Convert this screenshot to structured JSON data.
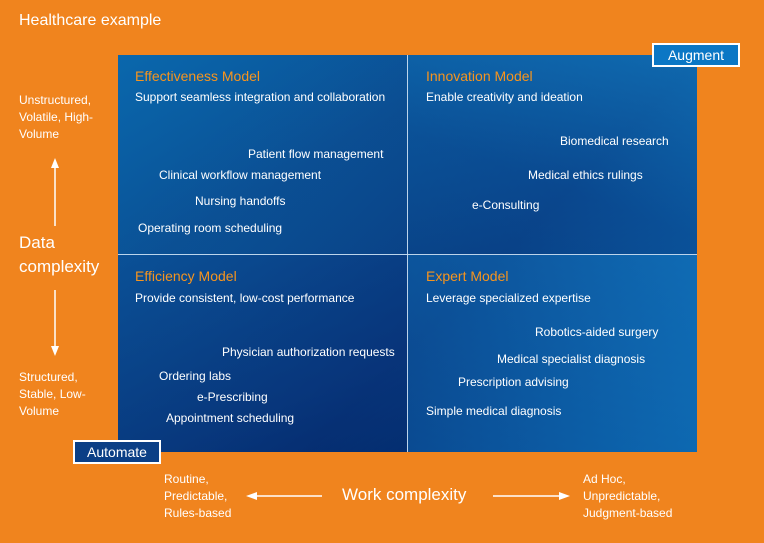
{
  "title": "Healthcare example",
  "badges": {
    "augment": "Augment",
    "automate": "Automate"
  },
  "y_axis": {
    "label": "Data complexity",
    "top": "Unstructured, Volatile, High-Volume",
    "bottom": "Structured, Stable, Low-Volume"
  },
  "x_axis": {
    "label": "Work complexity",
    "left": "Routine, Predictable, Rules-based",
    "right": "Ad Hoc, Unpredictable, Judgment-based"
  },
  "quadrants": {
    "effectiveness": {
      "title": "Effectiveness Model",
      "subtitle": "Support seamless integration and collaboration",
      "items": [
        "Patient flow management",
        "Clinical workflow management",
        "Nursing handoffs",
        "Operating room scheduling"
      ]
    },
    "innovation": {
      "title": "Innovation Model",
      "subtitle": "Enable creativity and ideation",
      "items": [
        "Biomedical research",
        "Medical ethics rulings",
        "e-Consulting"
      ]
    },
    "efficiency": {
      "title": "Efficiency Model",
      "subtitle": "Provide consistent, low-cost performance",
      "items": [
        "Physician authorization requests",
        "Ordering labs",
        "e-Prescribing",
        "Appointment scheduling"
      ]
    },
    "expert": {
      "title": "Expert Model",
      "subtitle": "Leverage specialized expertise",
      "items": [
        "Robotics-aided surgery",
        "Medical specialist diagnosis",
        "Prescription advising",
        "Simple medical diagnosis"
      ]
    }
  },
  "colors": {
    "background": "#f0841e",
    "quadrant_title": "#f7941d",
    "grid_blue": "#0a4f93",
    "text": "#ffffff"
  }
}
